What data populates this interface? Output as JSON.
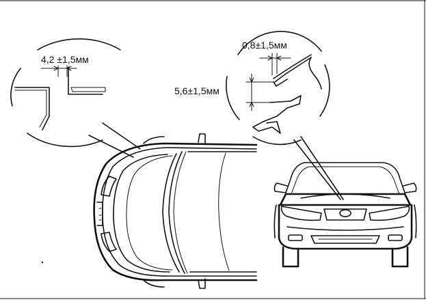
{
  "dimensions": {
    "hood_side_gap": "4,2 ±1,5мм",
    "hood_top_gap": "0,8±1,5мм",
    "hood_height_gap": "5,6±1,5мм"
  },
  "colors": {
    "ink": "#111111",
    "background": "#ffffff"
  }
}
